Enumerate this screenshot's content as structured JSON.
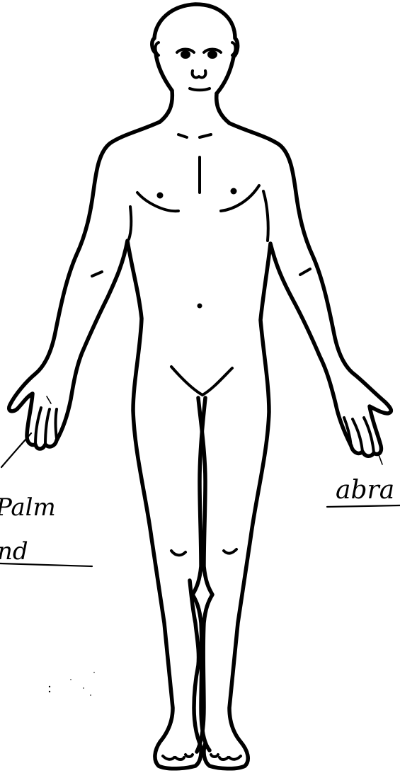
{
  "annotations": {
    "left": {
      "line1": "Palm",
      "line2": "nd"
    },
    "right": {
      "text": "abra"
    }
  },
  "colors": {
    "ink": "#000000",
    "paper": "#ffffff"
  }
}
